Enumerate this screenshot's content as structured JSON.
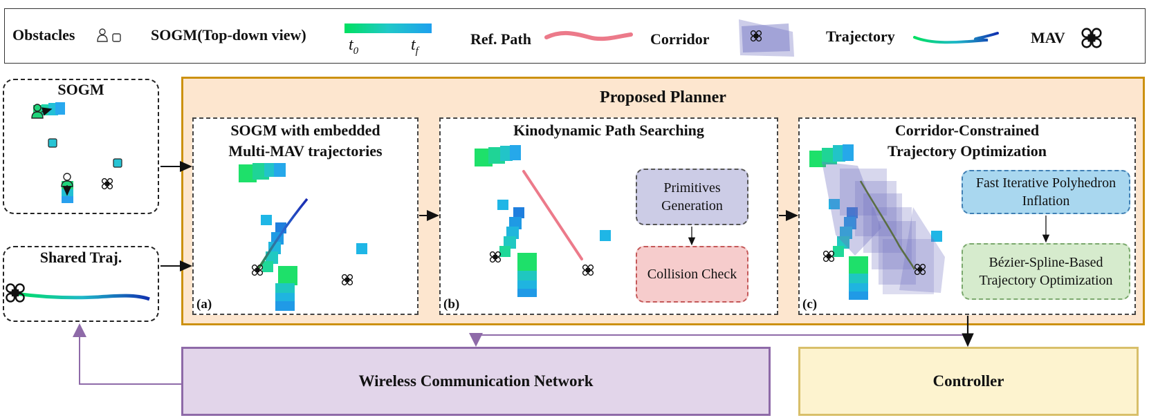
{
  "legend": {
    "obstacles": "Obstacles",
    "sogm": "SOGM(Top-down view)",
    "t0": "t",
    "t0_sub": "0",
    "tf": "t",
    "tf_sub": "f",
    "ref_path": "Ref. Path",
    "corridor": "Corridor",
    "trajectory": "Trajectory",
    "mav": "MAV"
  },
  "left": {
    "sogm_title": "SOGM",
    "shared_title": "Shared Traj."
  },
  "planner": {
    "title": "Proposed Planner",
    "a": {
      "title_line1": "SOGM with embedded",
      "title_line2": "Multi-MAV trajectories",
      "label": "(a)"
    },
    "b": {
      "title": "Kinodynamic Path Searching",
      "label": "(b)",
      "box1": "Primitives Generation",
      "box2": "Collision Check"
    },
    "c": {
      "title_line1": "Corridor-Constrained",
      "title_line2": "Trajectory Optimization",
      "label": "(c)",
      "box1": "Fast Iterative Polyhedron Inflation",
      "box2": "Bézier-Spline-Based Trajectory Optimization"
    }
  },
  "bottom": {
    "network": "Wireless Communication Network",
    "controller": "Controller"
  },
  "colors": {
    "planner_fill": "#fde6cf",
    "planner_border": "#cc9110",
    "network_fill": "#e2d5ea",
    "network_border": "#8e6aa8",
    "controller_fill": "#fdf3cf",
    "controller_border": "#d8bf6a",
    "ref_path": "#ec7a8a",
    "corridor": "#6f70c0"
  }
}
